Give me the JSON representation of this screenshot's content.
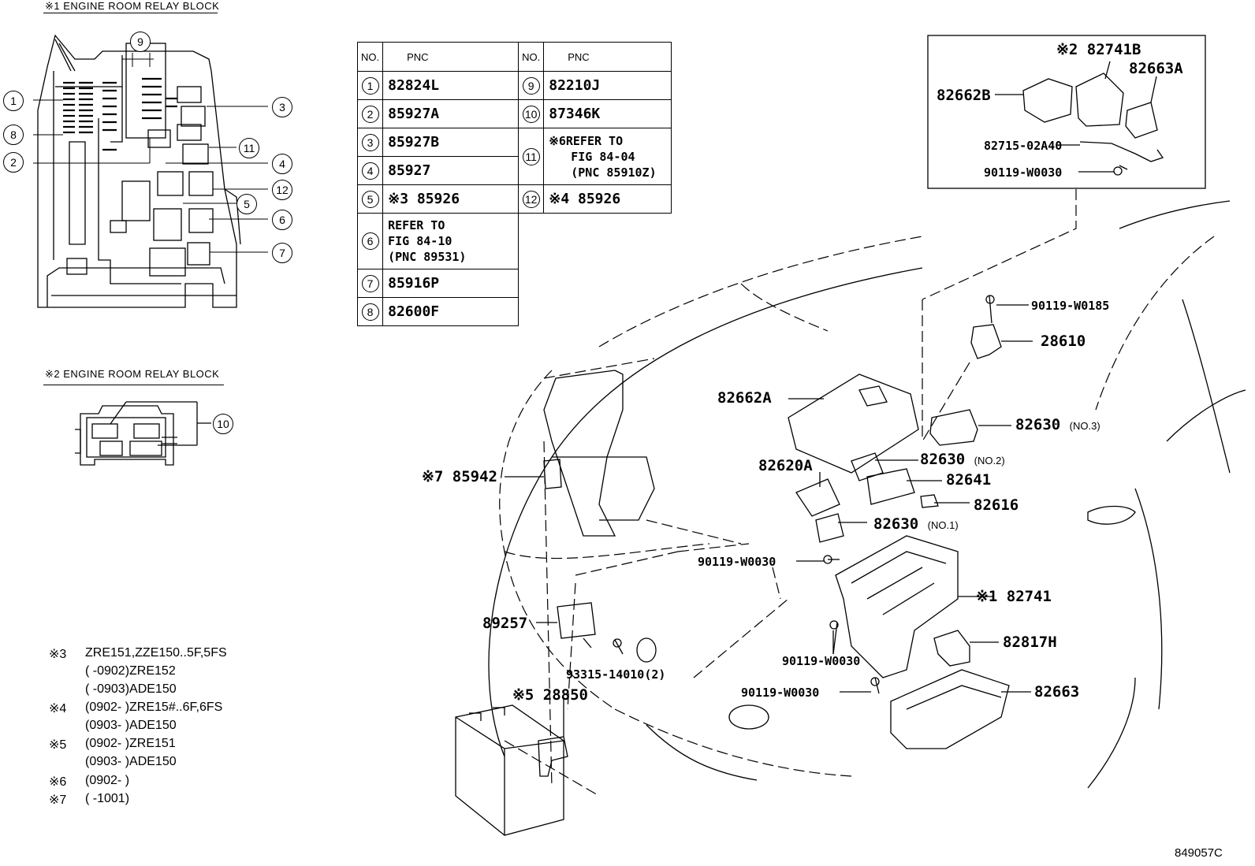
{
  "blocks": {
    "block1_title": "※1 ENGINE ROOM RELAY BLOCK",
    "block2_title": "※2 ENGINE ROOM RELAY BLOCK"
  },
  "table": {
    "h_no": "NO.",
    "h_pnc": "PNC",
    "r1_no": "1",
    "r1_pnc": "82824L",
    "r2_no": "2",
    "r2_pnc": "85927A",
    "r3_no": "3",
    "r3_pnc": "85927B",
    "r4_no": "4",
    "r4_pnc": "85927",
    "r5_no": "5",
    "r5_pnc": "※3 85926",
    "r6_no": "6",
    "r6_l1": "REFER TO",
    "r6_l2": "FIG 84-10",
    "r6_l3": "(PNC 89531)",
    "r7_no": "7",
    "r7_pnc": "85916P",
    "r8_no": "8",
    "r8_pnc": "82600F",
    "r9_no": "9",
    "r9_pnc": "82210J",
    "r10_no": "10",
    "r10_pnc": "87346K",
    "r11_no": "11",
    "r11_l1": "※6REFER TO",
    "r11_l2": "FIG 84-04",
    "r11_l3": "(PNC 85910Z)",
    "r12_no": "12",
    "r12_pnc": "※4 85926"
  },
  "callouts": [
    "1",
    "2",
    "3",
    "4",
    "5",
    "6",
    "7",
    "8",
    "9",
    "10",
    "11",
    "12"
  ],
  "parts": {
    "p82741b": "※2 82741B",
    "p82662b": "82662B",
    "p82663a": "82663A",
    "p82715": "82715-02A40",
    "p90119_box": "90119-W0030",
    "p90119_w0185": "90119-W0185",
    "p28610": "28610",
    "p82662a": "82662A",
    "p82630_3": "82630",
    "p82630_3_sub": "(NO.3)",
    "p82630_2": "82630",
    "p82630_2_sub": "(NO.2)",
    "p82620a": "82620A",
    "p82641": "82641",
    "p82616": "82616",
    "p82630_1": "82630",
    "p82630_1_sub": "(NO.1)",
    "p85942": "※7 85942",
    "p90119_mid": "90119-W0030",
    "p82741": "※1 82741",
    "p89257": "89257",
    "p90119_low": "90119-W0030",
    "p82817h": "82817H",
    "p93315": "93315-14010(2)",
    "p90119_bot": "90119-W0030",
    "p82663": "82663",
    "p28850": "※5 28850"
  },
  "notes": [
    {
      "mark": "※3",
      "text": "ZRE151,ZZE150..5F,5FS"
    },
    {
      "mark": "",
      "text": "(      -0902)ZRE152"
    },
    {
      "mark": "",
      "text": "(      -0903)ADE150"
    },
    {
      "mark": "※4",
      "text": "(0902-      )ZRE15#..6F,6FS"
    },
    {
      "mark": "",
      "text": "(0903-      )ADE150"
    },
    {
      "mark": "※5",
      "text": "(0902-      )ZRE151"
    },
    {
      "mark": "",
      "text": "(0903-      )ADE150"
    },
    {
      "mark": "※6",
      "text": "(0902-      )"
    },
    {
      "mark": "※7",
      "text": "(      -1001)"
    }
  ],
  "figure_code": "849057C"
}
